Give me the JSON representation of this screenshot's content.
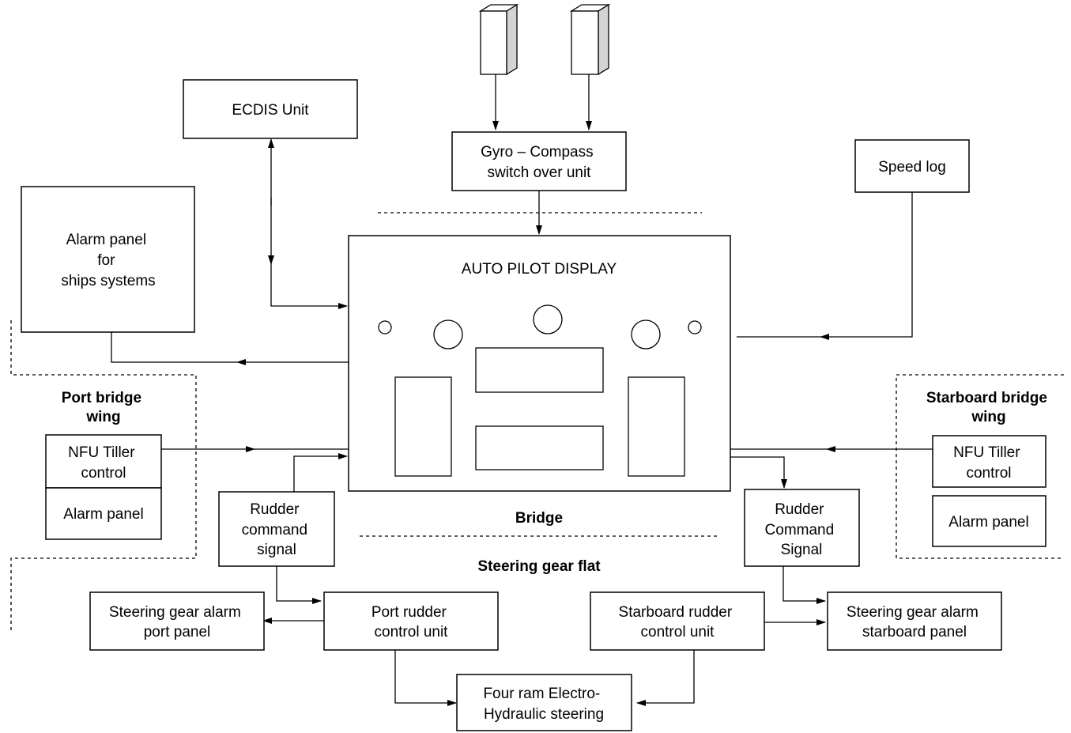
{
  "labels": {
    "ecdis": [
      "ECDIS Unit"
    ],
    "gyro": [
      "Gyro – Compass",
      "switch over unit"
    ],
    "speed_log": [
      "Speed log"
    ],
    "alarm_ships": [
      "Alarm panel",
      "for",
      "ships systems"
    ],
    "autopilot": [
      "AUTO PILOT DISPLAY"
    ],
    "port_wing_title": [
      "Port bridge",
      "wing"
    ],
    "port_nfu": [
      "NFU Tiller",
      "control"
    ],
    "port_alarm": [
      "Alarm panel"
    ],
    "stbd_wing_title": [
      "Starboard bridge",
      "wing"
    ],
    "stbd_nfu": [
      "NFU Tiller",
      "control"
    ],
    "stbd_alarm": [
      "Alarm panel"
    ],
    "rudder_cmd_port": [
      "Rudder",
      "command",
      "signal"
    ],
    "rudder_cmd_stbd": [
      "Rudder",
      "Command",
      "Signal"
    ],
    "bridge": [
      "Bridge"
    ],
    "steering_flat": [
      "Steering gear flat"
    ],
    "sg_alarm_port": [
      "Steering gear alarm",
      "port panel"
    ],
    "port_rudder_unit": [
      "Port rudder",
      "control unit"
    ],
    "stbd_rudder_unit": [
      "Starboard rudder",
      "control unit"
    ],
    "sg_alarm_stbd": [
      "Steering gear alarm",
      "starboard panel"
    ],
    "four_ram": [
      "Four ram Electro-",
      "Hydraulic steering"
    ]
  }
}
